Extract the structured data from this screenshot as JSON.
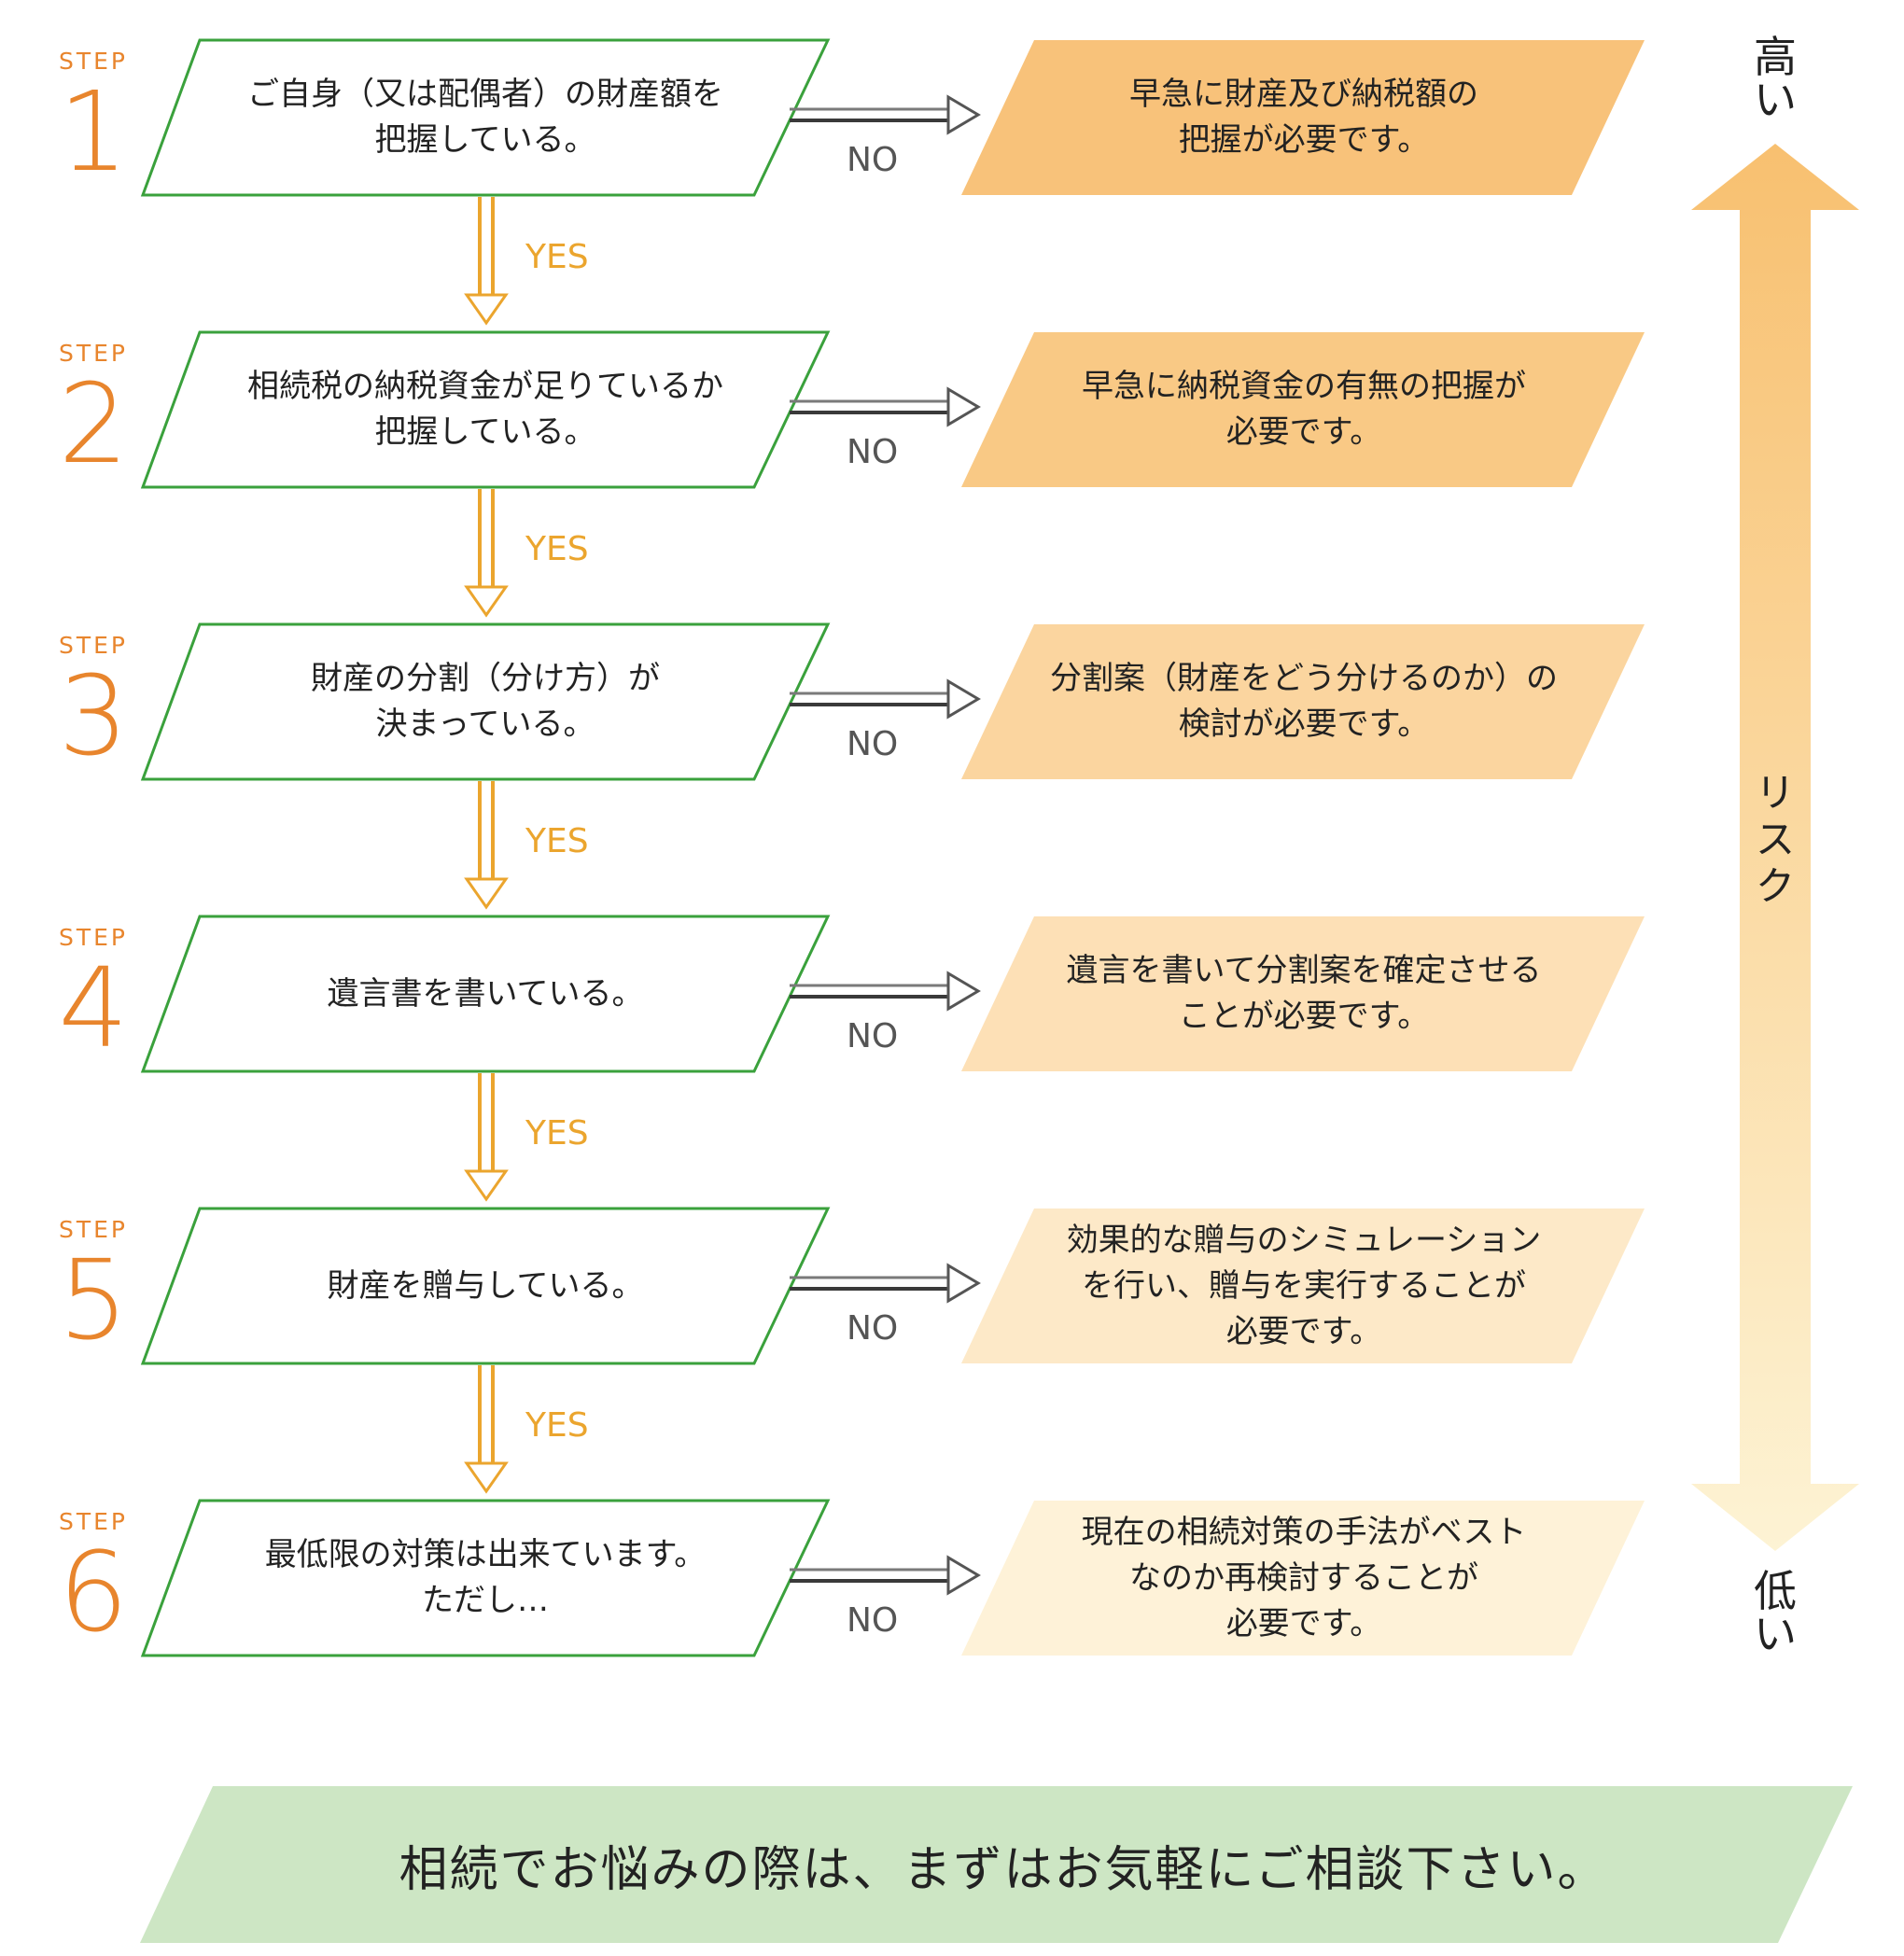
{
  "steps": [
    {
      "label": "STEP",
      "number": "1",
      "question": [
        "ご自身（又は配偶者）の財産額を",
        "把握している。"
      ],
      "yes": "YES",
      "no": "NO",
      "advice": [
        "早急に財産及び納税額の",
        "把握が必要です。"
      ],
      "advice_color": "#f8c27a"
    },
    {
      "label": "STEP",
      "number": "2",
      "question": [
        "相続税の納税資金が足りているか",
        "把握している。"
      ],
      "yes": "YES",
      "no": "NO",
      "advice": [
        "早急に納税資金の有無の把握が",
        "必要です。"
      ],
      "advice_color": "#f9c985"
    },
    {
      "label": "STEP",
      "number": "3",
      "question": [
        "財産の分割（分け方）が",
        "決まっている。"
      ],
      "yes": "YES",
      "no": "NO",
      "advice": [
        "分割案（財産をどう分けるのか）の",
        "検討が必要です。"
      ],
      "advice_color": "#fbd59f"
    },
    {
      "label": "STEP",
      "number": "4",
      "question": [
        "遺言書を書いている。"
      ],
      "yes": "YES",
      "no": "NO",
      "advice": [
        "遺言を書いて分割案を確定させる",
        "ことが必要です。"
      ],
      "advice_color": "#fde0b6"
    },
    {
      "label": "STEP",
      "number": "5",
      "question": [
        "財産を贈与している。"
      ],
      "yes": "YES",
      "no": "NO",
      "advice": [
        "効果的な贈与のシミュレーション",
        "を行い、贈与を実行することが",
        "必要です。"
      ],
      "advice_color": "#fde9c8"
    },
    {
      "label": "STEP",
      "number": "6",
      "question": [
        "最低限の対策は出来ています。",
        "ただし…"
      ],
      "yes": "",
      "no": "NO",
      "advice": [
        "現在の相続対策の手法がベスト",
        "なのか再検討することが",
        "必要です。"
      ],
      "advice_color": "#fef2d8"
    }
  ],
  "risk": {
    "top": "高い",
    "middle": "リスク",
    "bottom": "低い",
    "color_top": "#f8c070",
    "color_bottom": "#fdf3d4"
  },
  "banner": {
    "text": "相続でお悩みの際は、まずはお気軽にご相談下さい。",
    "color": "#cde6c4"
  },
  "colors": {
    "step": "#e8852d",
    "question_border": "#3aa13c",
    "yes_arrow": "#eba52e",
    "no_arrow": "#555555"
  }
}
